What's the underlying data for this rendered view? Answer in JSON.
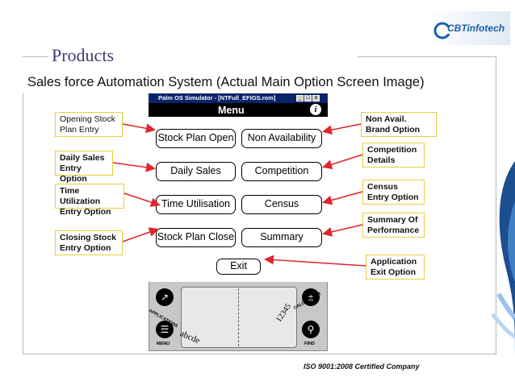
{
  "slide": {
    "title": "Products",
    "subtitle": "Sales force Automation System (Actual Main Option Screen Image)",
    "footer": "ISO 9001:2008 Certified Company"
  },
  "logo": {
    "text": "CBTinfotech",
    "brand_color": "#1a5fa8"
  },
  "palm": {
    "window_title": "Palm OS Simulator - [NTFull_EFIGS.rom]",
    "window_buttons": [
      "_",
      "□",
      "x"
    ],
    "menu_title": "Menu",
    "info_icon": "i",
    "buttons": {
      "stock_plan_open": "Stock Plan Open",
      "non_availability": "Non Availability",
      "daily_sales": "Daily Sales",
      "competition": "Competition",
      "time_utilisation": "Time Utilisation",
      "census": "Census",
      "stock_plan_close": "Stock Plan Close",
      "summary": "Summary",
      "exit": "Exit"
    },
    "silkscreen": {
      "applications": "APPLICATIONS",
      "menu": "MENU",
      "calculator": "CALCULATOR",
      "find": "FIND",
      "graffiti_letters": "abcde",
      "graffiti_numbers": "12345"
    }
  },
  "callouts": {
    "opening_stock": "Opening Stock Plan Entry",
    "daily_sales": "Daily Sales Entry Option",
    "time_utilization": "Time Utilization Entry Option",
    "closing_stock": "Closing Stock Entry Option",
    "non_avail": "Non Avail. Brand Option",
    "competition": "Competition Details",
    "census": "Census Entry Option",
    "summary": "Summary Of Performance",
    "exit": "Application Exit Option"
  },
  "colors": {
    "callout_border": "#e6d03a",
    "arrow": "#e0252d",
    "title_color": "#3c3c78",
    "palm_titlebar": "#0a246a"
  }
}
